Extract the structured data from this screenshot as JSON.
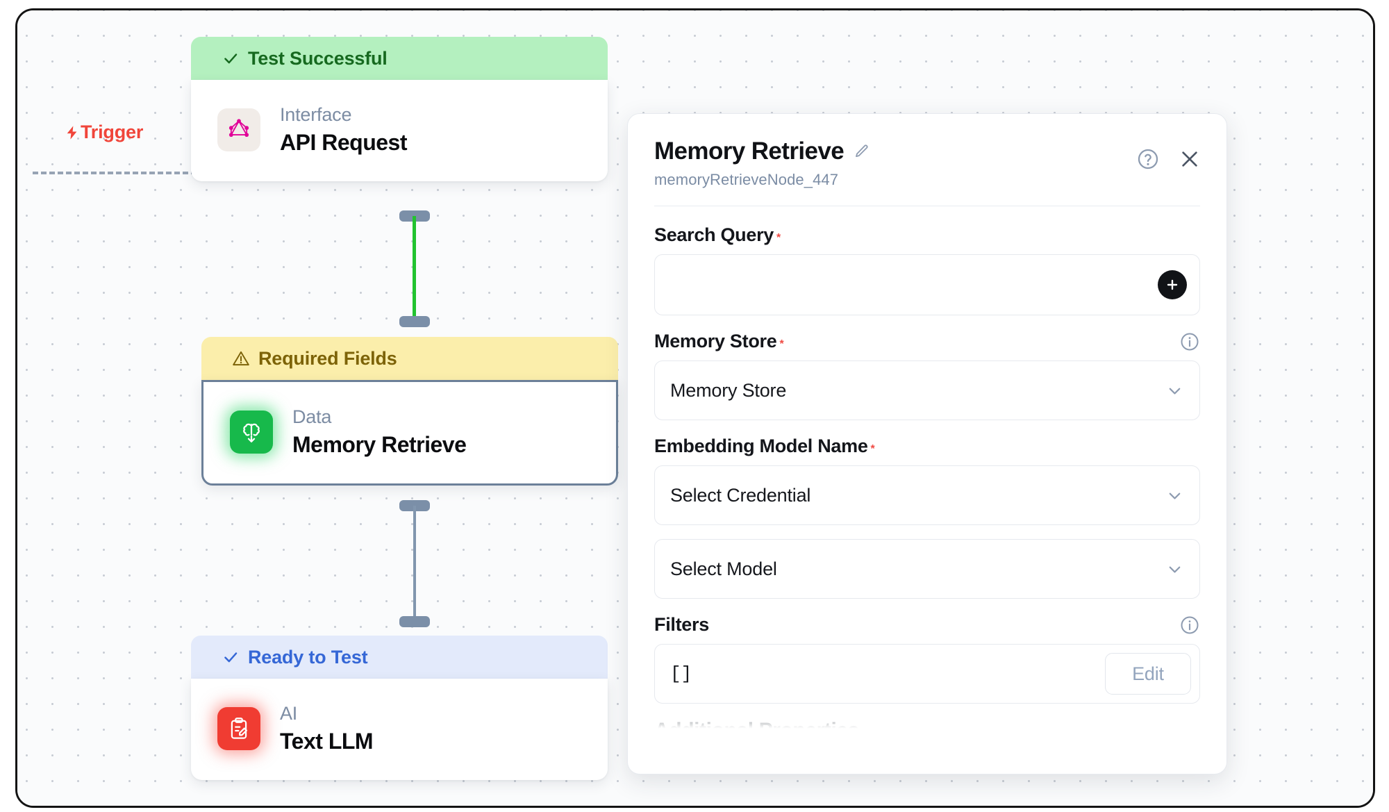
{
  "canvas": {
    "trigger": {
      "label": "Trigger",
      "icon": "lightning-bolt-icon",
      "color": "#f0453a"
    },
    "nodes": [
      {
        "status_label": "Test Successful",
        "status_icon": "check-icon",
        "status_style": "success",
        "kind": "Interface",
        "title": "API Request",
        "icon": "graphql-icon"
      },
      {
        "status_label": "Required Fields",
        "status_icon": "warning-triangle-icon",
        "status_style": "warning",
        "kind": "Data",
        "title": "Memory Retrieve",
        "icon": "brain-download-icon",
        "selected": true
      },
      {
        "status_label": "Ready to Test",
        "status_icon": "check-icon",
        "status_style": "ready",
        "kind": "AI",
        "title": "Text LLM",
        "icon": "clipboard-pencil-icon"
      }
    ],
    "edges": [
      {
        "from": "API Request",
        "to": "Memory Retrieve",
        "color": "#22c32f"
      },
      {
        "from": "Memory Retrieve",
        "to": "Text LLM",
        "color": "#8196ae"
      }
    ]
  },
  "panel": {
    "title": "Memory Retrieve",
    "edit_icon": "pencil-icon",
    "node_id": "memoryRetrieveNode_447",
    "help_icon": "help-circle-icon",
    "close_icon": "close-icon",
    "fields": {
      "search_query": {
        "label": "Search Query",
        "required": true,
        "value": "",
        "placeholder": "",
        "add_icon": "plus-icon"
      },
      "memory_store": {
        "label": "Memory Store",
        "required": true,
        "info_icon": "info-icon",
        "value": "Memory Store",
        "chevron": "chevron-down-icon"
      },
      "embedding_model_name": {
        "label": "Embedding Model Name",
        "required": true,
        "credential_value": "Select Credential",
        "model_value": "Select Model",
        "chevron": "chevron-down-icon"
      },
      "filters": {
        "label": "Filters",
        "required": false,
        "info_icon": "info-icon",
        "value": "[]",
        "edit_label": "Edit"
      },
      "additional_properties": {
        "label": "Additional Properties",
        "chevron": "chevron-down-icon"
      }
    }
  },
  "colors": {
    "success_bg": "#b4f0bf",
    "success_fg": "#16691f",
    "warning_bg": "#fbeeab",
    "warning_fg": "#7d6308",
    "ready_bg": "#e3eafb",
    "ready_fg": "#3567d6",
    "required_asterisk": "#f04a43",
    "edge_active": "#22c32f",
    "edge_idle": "#8196ae",
    "memory_icon": "#17b94b",
    "llm_icon": "#f03c32",
    "graphql_icon": "#e10098"
  }
}
